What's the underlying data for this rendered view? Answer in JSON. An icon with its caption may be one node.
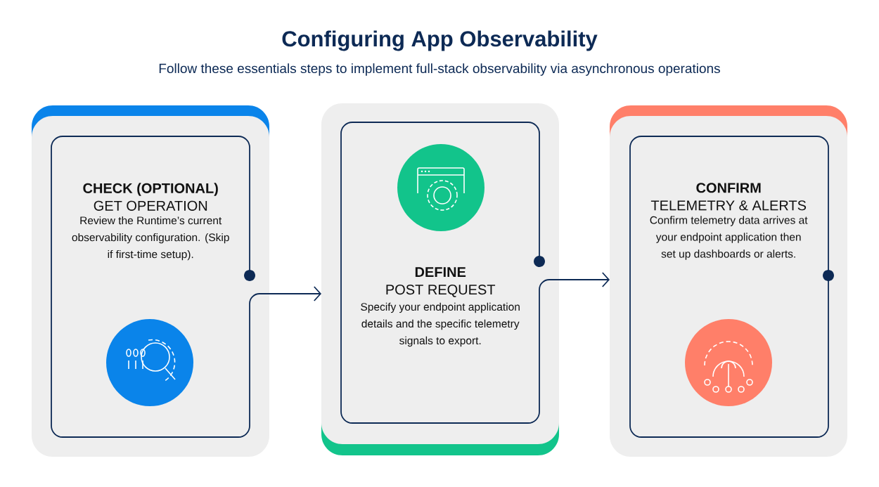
{
  "diagram": {
    "title": "Configuring App Observability",
    "caption": "Follow these essentials steps to implement full-stack observability via asynchronous operations",
    "nodes": [
      {
        "text": [
          "CHECK (OPTIONAL)",
          "GET OPERATION",
          "Review the Runtime’s current observability configuration. (Skip if first-time setup)."
        ]
      },
      {
        "text": [
          "DEFINE",
          "POST REQUEST",
          "Specify your endpoint application details and the specific telemetry signals to export."
        ]
      },
      {
        "text": [
          "CONFIRM",
          "TELEMETRY & ALERTS",
          "Confirm telemetry data arrives at your endpoint application then set up dashboards or alerts."
        ]
      }
    ],
    "edges": [
      {
        "from": 0,
        "to": 1,
        "arrow": "to"
      },
      {
        "from": 1,
        "to": 2,
        "arrow": "to"
      }
    ]
  }
}
